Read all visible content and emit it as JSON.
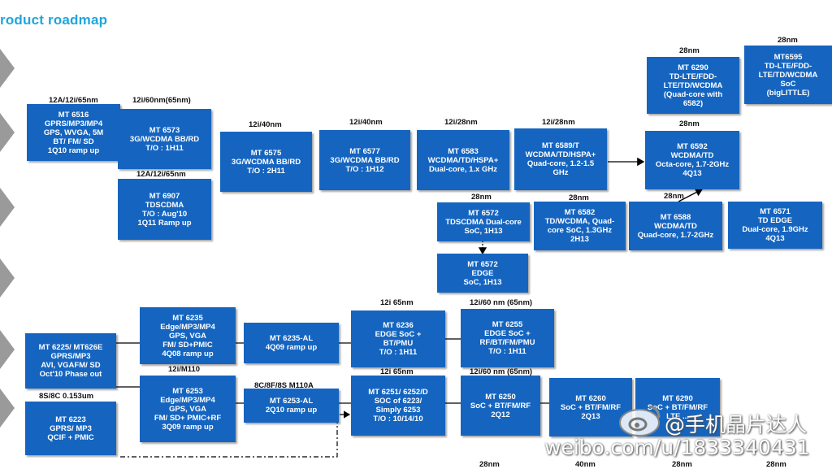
{
  "title": "roduct roadmap",
  "labels": {
    "l1": "12A/12i/65nm",
    "l2": "12i/60nm(65nm)",
    "l3": "12A/12i/65nm",
    "l4": "12i/40nm",
    "l5": "12i/40nm",
    "l6": "12i/28nm",
    "l7": "12i/28nm",
    "l8": "28nm",
    "l9": "28nm",
    "l10": "28nm",
    "l11": "28nm",
    "l12": "28nm",
    "l13": "28nm",
    "l14": "12i 65nm",
    "l15": "12i/60 nm (65nm)",
    "l16": "12i/M110",
    "l17": "8C/8F/8S M110A",
    "l18": "8S/8C 0.153um",
    "l19": "12i 65nm",
    "l20": "12i/60 nm (65nm)",
    "l21": "28nm",
    "l22": "40nm",
    "l23": "28nm",
    "l24": "28nm"
  },
  "boxes": {
    "mt6516": "MT 6516\nGPRS/MP3/MP4\nGPS, WVGA, 5M\nBT/ FM/ SD\n1Q10 ramp up",
    "mt6573": "MT 6573\n3G/WCDMA BB/RD\nT/O : 1H11",
    "mt6907": "MT 6907\nTDSCDMA\nT/O : Aug'10\n1Q11 Ramp up",
    "mt6575": "MT 6575\n3G/WCDMA BB/RD\nT/O : 2H11",
    "mt6577": "MT 6577\n3G/WCDMA BB/RD\nT/O : 1H12",
    "mt6583": "MT 6583\nWCDMA/TD/HSPA+\nDual-core, 1.x GHz",
    "mt6589": "MT 6589/T\nWCDMA/TD/HSPA+\nQuad-core, 1.2-1.5\nGHz",
    "mt6290a": "MT 6290\nTD-LTE/FDD-\nLTE/TD/WCDMA\n(Quad-core with\n6582)",
    "mt6595": "MT6595\nTD-LTE/FDD-\nLTE/TD/WCDMA\nSoC\n(bigLITTLE)",
    "mt6592": "MT 6592\nWCDMA/TD\nOcta-core, 1.7-2GHz\n4Q13",
    "mt6572a": "MT 6572\nTDSCDMA Dual-core\nSoC, 1H13",
    "mt6582": "MT 6582\nTD/WCDMA, Quad-\ncore SoC, 1.3GHz\n2H13",
    "mt6588": "MT 6588\nWCDMA/TD\nQuad-core, 1.7-2GHz",
    "mt6571": "MT 6571\nTD EDGE\nDual-core, 1.9GHz\n4Q13",
    "mt6572b": "MT 6572\nEDGE\nSoC, 1H13",
    "mt6235": "MT 6235\nEdge/MP3/MP4\nGPS, VGA\nFM/ SD+PMIC\n4Q08 ramp up",
    "mt6225": "MT 6225/ MT626E\nGPRS/MP3\nAVI, VGAFM/ SD\nOct'10 Phase out",
    "mt6235al": "MT 6235-AL\n4Q09 ramp up",
    "mt6236": "MT 6236\nEDGE SoC +\nBT/PMU\nT/O : 1H11",
    "mt6255": "MT 6255\nEDGE SoC +\nRF/BT/FM/PMU\nT/O : 1H11",
    "mt6253": "MT 6253\nEdge/MP3/MP4\nGPS, VGA\nFM/ SD+ PMIC+RF\n3Q09 ramp up",
    "mt6253al": "MT 6253-AL\n2Q10 ramp up",
    "mt6251": "MT 6251/ 6252/D\nSOC of 6223/\nSimply 6253\nT/O : 10/14/10",
    "mt6250": "MT 6250\nSoC + BT/FM/RF\n2Q12",
    "mt6260": "MT 6260\nSoC + BT/FM/RF\n2Q13",
    "mt6290b": "MT 6290\nSoC + BT/FM/RF\nLTE ...",
    "mt6223": "MT 6223\nGPRS/ MP3\nQCIF + PMIC"
  },
  "watermark": {
    "line1": "@手机晶片达人",
    "line2": "weibo.com/u/1833340431"
  },
  "icons": [
    "chevron-right-icon",
    "weibo-logo-icon"
  ],
  "colors": {
    "box": "#1565c0",
    "title": "#1ea6dc",
    "chevron": "#9a9a9a"
  }
}
